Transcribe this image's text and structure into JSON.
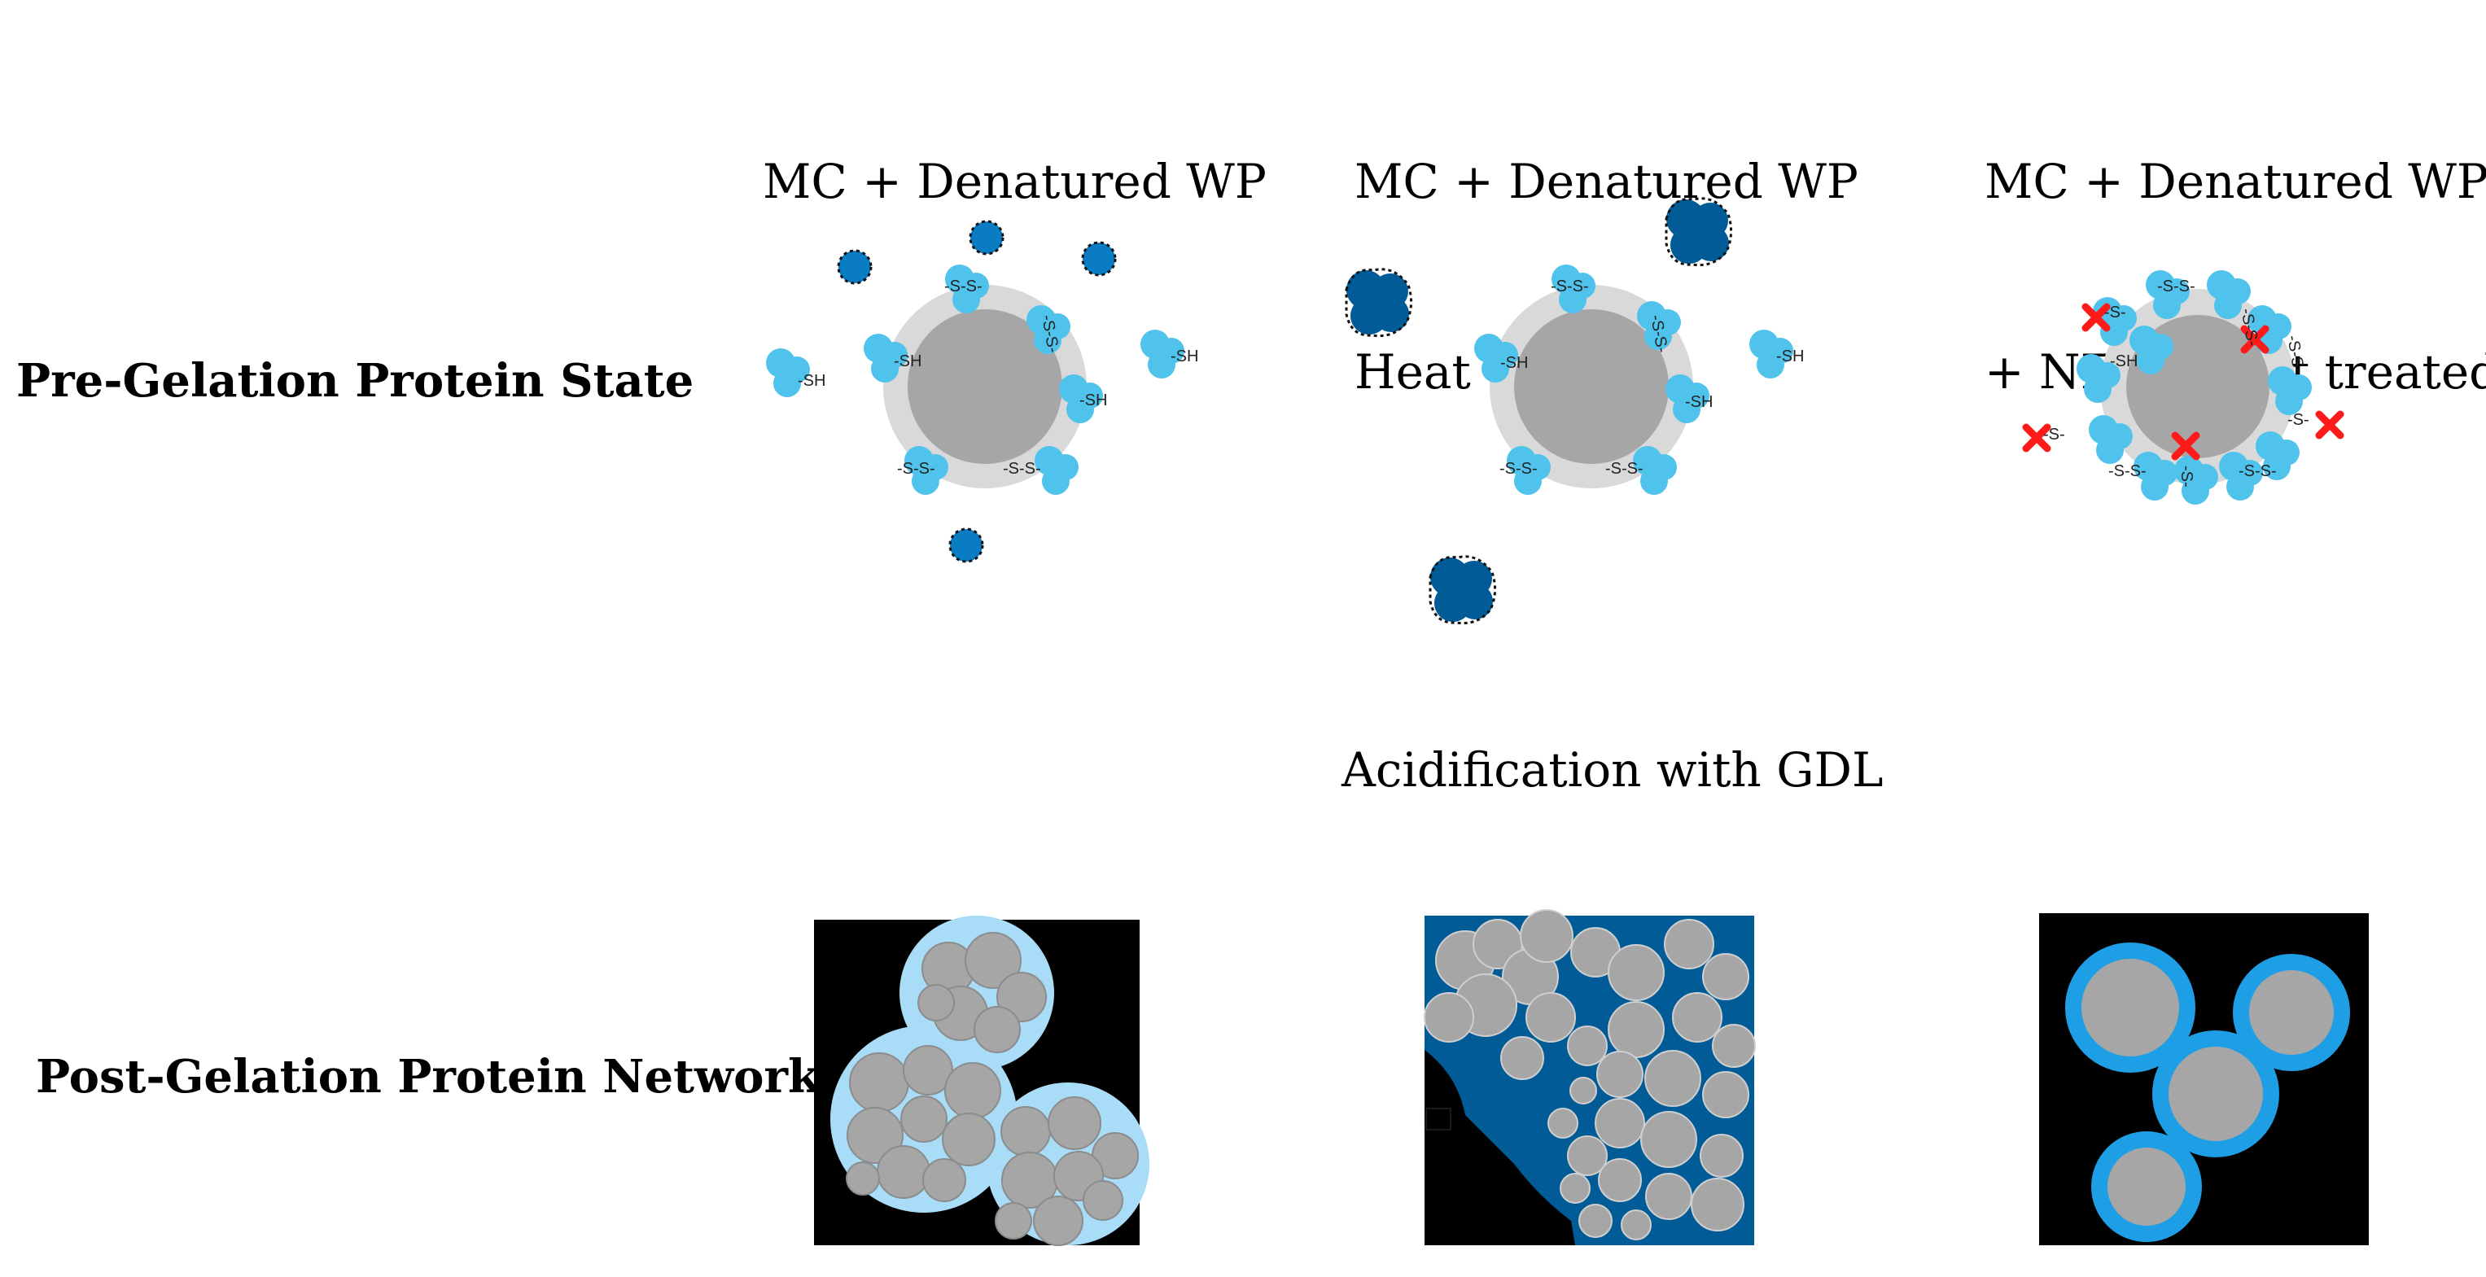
{
  "columns": [
    {
      "title_line1": "MC + Denatured WP",
      "title_line2": ""
    },
    {
      "title_line1": "MC + Denatured WP",
      "title_line2": "Heat treated"
    },
    {
      "title_line1": "MC + Denatured WP",
      "title_line2": "+ NEM, Heat treated"
    }
  ],
  "rows": {
    "pre_gelation": "Pre-Gelation Protein State",
    "post_gelation": "Post-Gelation Protein Network"
  },
  "step_label": "Acidification with GDL",
  "bond_labels": {
    "thiol": "-SH",
    "disulfide": "-S-S-",
    "blocked": "-S-"
  },
  "colors": {
    "casein_core": "#a6a6a6",
    "casein_shell": "#d9d9d9",
    "whey_protein": "#4fc3ec",
    "aggregated_whey": "#005b96",
    "nem_marker": "#ff1a1a",
    "network_background": "#000000"
  }
}
